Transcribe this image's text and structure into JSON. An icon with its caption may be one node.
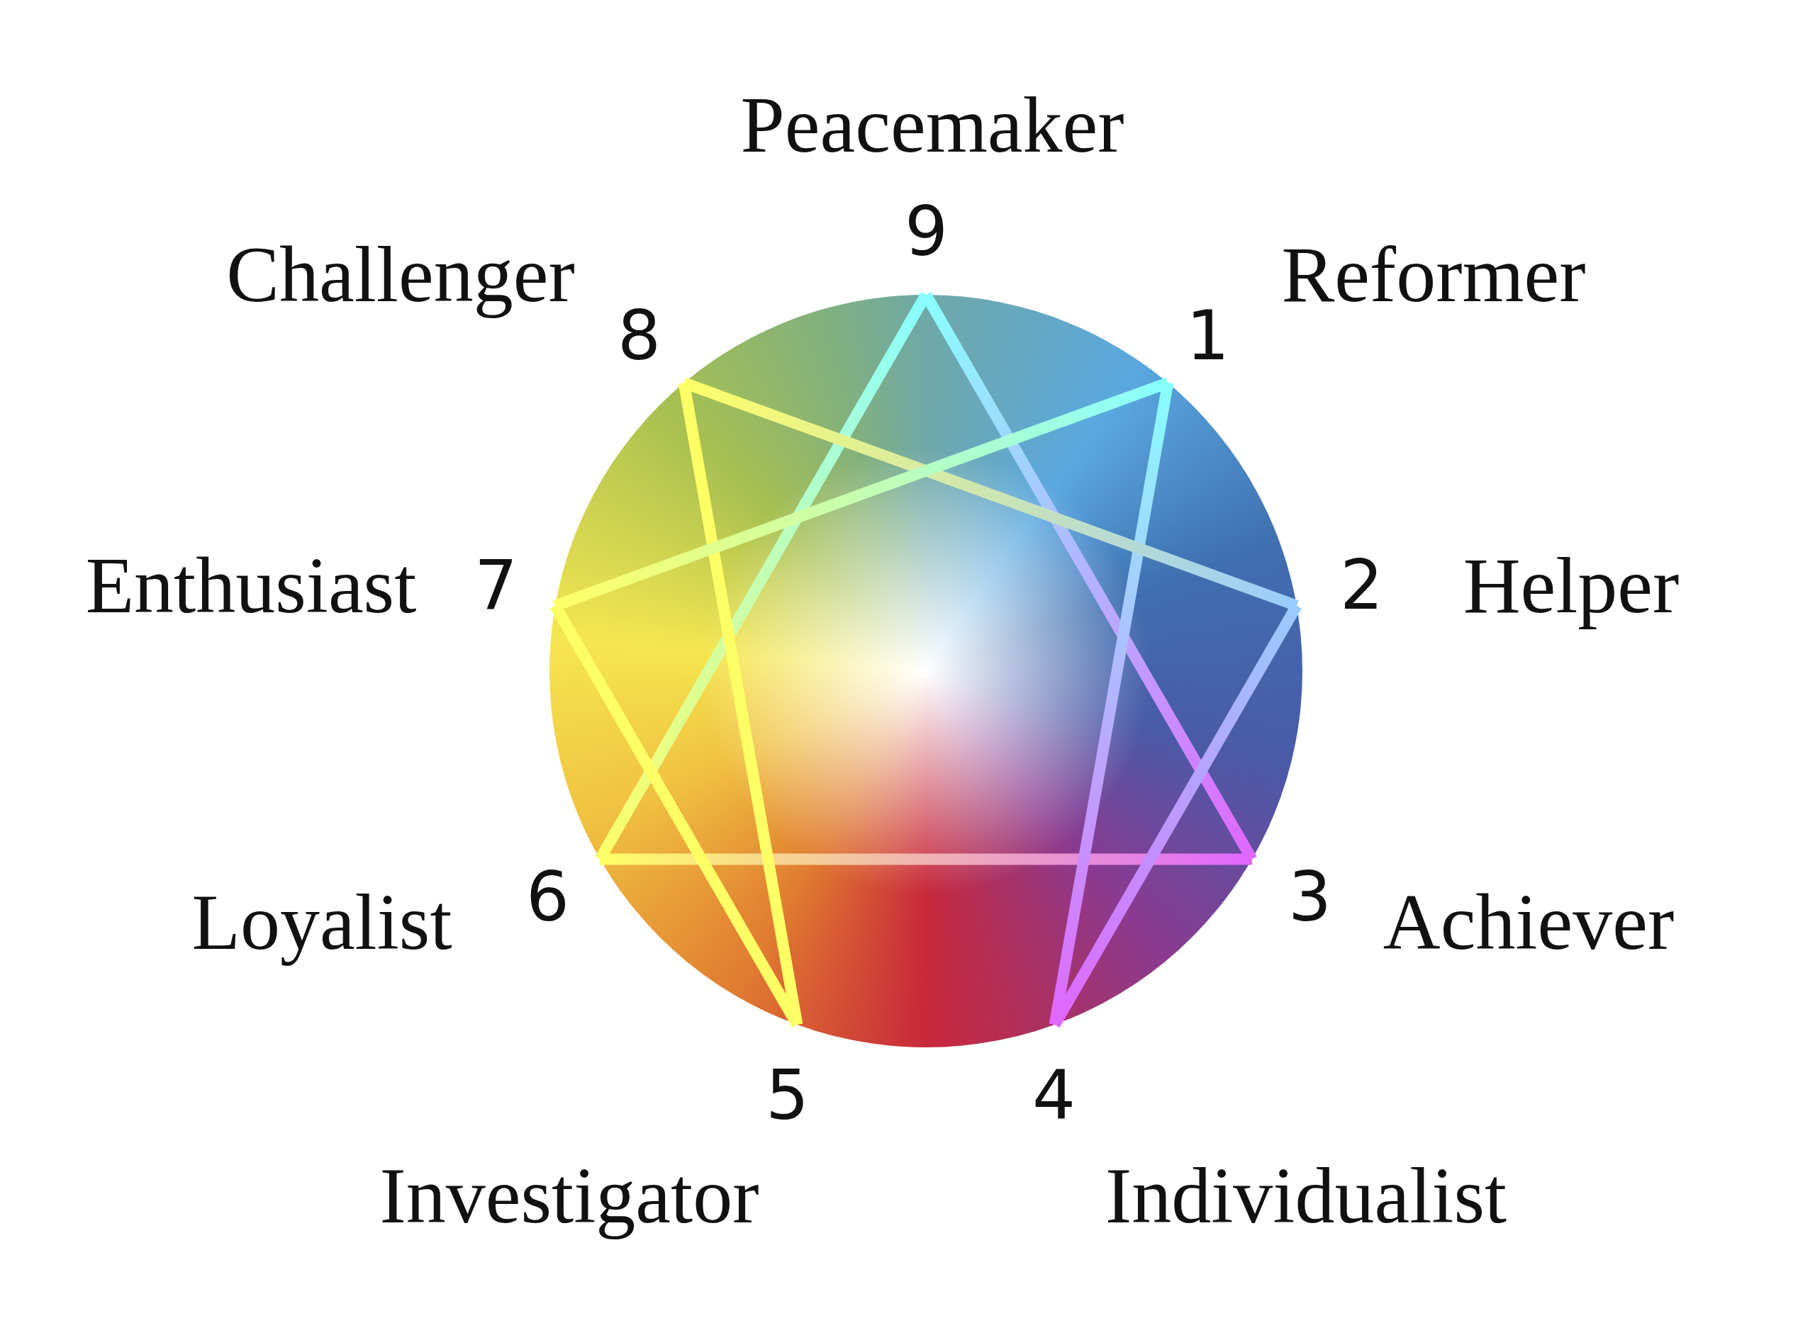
{
  "diagram": {
    "nodes": [
      {
        "text": [
          "9"
        ],
        "beside": [
          "Peacemaker"
        ]
      },
      {
        "text": [
          "1"
        ],
        "beside": [
          "Reformer"
        ]
      },
      {
        "text": [
          "2"
        ],
        "beside": [
          "Helper"
        ]
      },
      {
        "text": [
          "3"
        ],
        "beside": [
          "Achiever"
        ]
      },
      {
        "text": [
          "4"
        ],
        "beside": [
          "Individualist"
        ]
      },
      {
        "text": [
          "5"
        ],
        "beside": [
          "Investigator"
        ]
      },
      {
        "text": [
          "6"
        ],
        "beside": [
          "Loyalist"
        ]
      },
      {
        "text": [
          "7"
        ],
        "beside": [
          "Enthusiast"
        ]
      },
      {
        "text": [
          "8"
        ],
        "beside": [
          "Challenger"
        ]
      }
    ],
    "edges": [
      {
        "from": 0,
        "to": 3,
        "arrow": "none"
      },
      {
        "from": 3,
        "to": 6,
        "arrow": "none"
      },
      {
        "from": 6,
        "to": 0,
        "arrow": "none"
      },
      {
        "from": 1,
        "to": 4,
        "arrow": "none"
      },
      {
        "from": 4,
        "to": 2,
        "arrow": "none"
      },
      {
        "from": 2,
        "to": 8,
        "arrow": "none"
      },
      {
        "from": 8,
        "to": 5,
        "arrow": "none"
      },
      {
        "from": 5,
        "to": 7,
        "arrow": "none"
      },
      {
        "from": 7,
        "to": 1,
        "arrow": "none"
      }
    ]
  }
}
